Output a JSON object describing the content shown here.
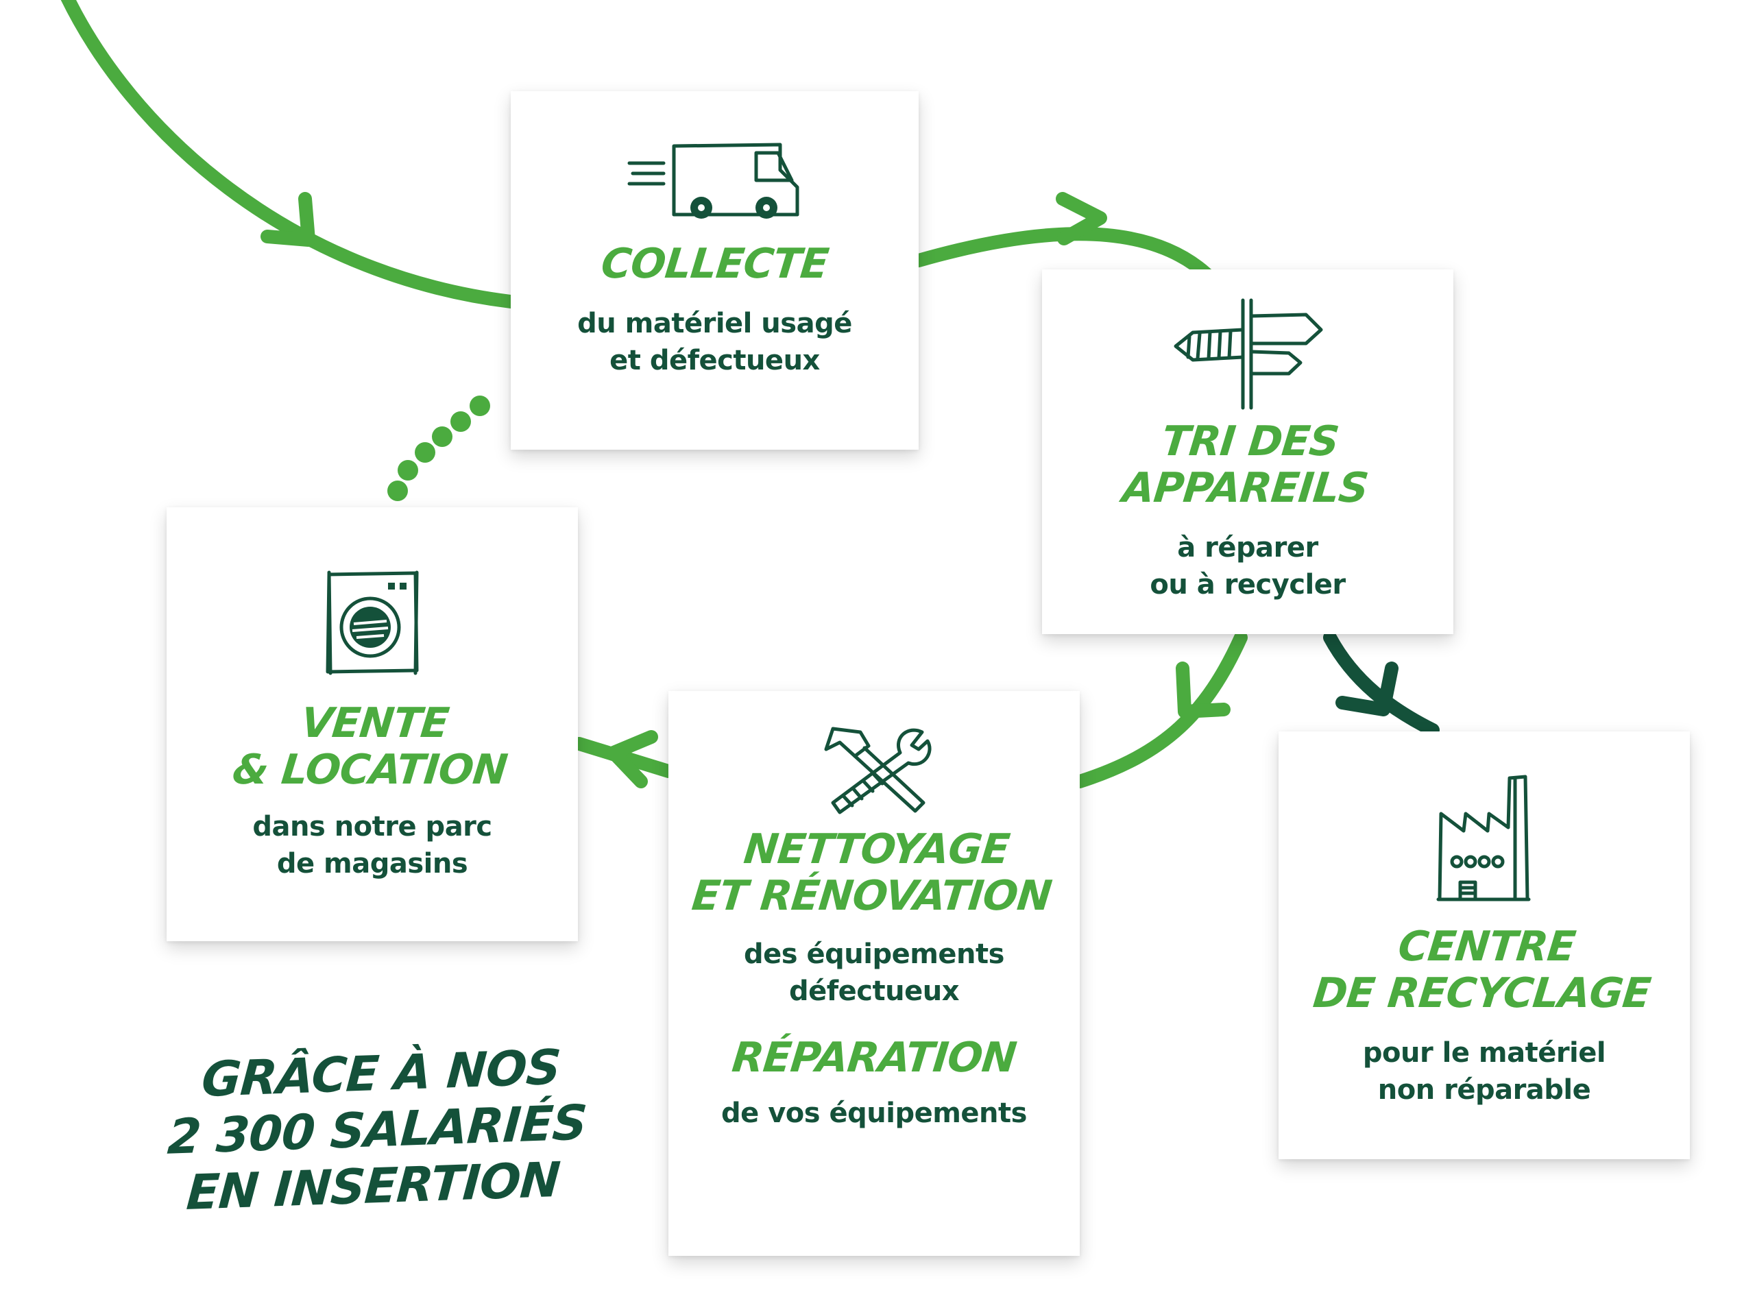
{
  "colors": {
    "green": "#4bab3f",
    "dark_green": "#14513a",
    "card_bg": "#ffffff"
  },
  "steps": [
    {
      "id": "collecte",
      "icon": "delivery-truck-icon",
      "title_lines": [
        "COLLECTE"
      ],
      "desc_lines": [
        "du matériel usagé",
        "et défectueux"
      ]
    },
    {
      "id": "tri",
      "icon": "signpost-icon",
      "title_lines": [
        "TRI DES",
        "APPAREILS"
      ],
      "desc_lines": [
        "à réparer",
        "ou à recycler"
      ]
    },
    {
      "id": "nettoyage",
      "icon": "hammer-wrench-icon",
      "title_lines": [
        "NETTOYAGE",
        "ET RÉNOVATION"
      ],
      "desc_lines": [
        "des équipements",
        "défectueux"
      ],
      "title2_lines": [
        "RÉPARATION"
      ],
      "desc2_lines": [
        "de vos équipements"
      ]
    },
    {
      "id": "vente",
      "icon": "washing-machine-icon",
      "title_lines": [
        "VENTE",
        "& LOCATION"
      ],
      "desc_lines": [
        "dans notre parc",
        "de magasins"
      ]
    },
    {
      "id": "recyclage",
      "icon": "factory-icon",
      "title_lines": [
        "CENTRE",
        "DE RECYCLAGE"
      ],
      "desc_lines": [
        "pour le matériel",
        "non  réparable"
      ]
    }
  ],
  "footer": {
    "lines": [
      "GRÂCE À NOS",
      "2 300 SALARIÉS",
      "EN INSERTION"
    ]
  }
}
